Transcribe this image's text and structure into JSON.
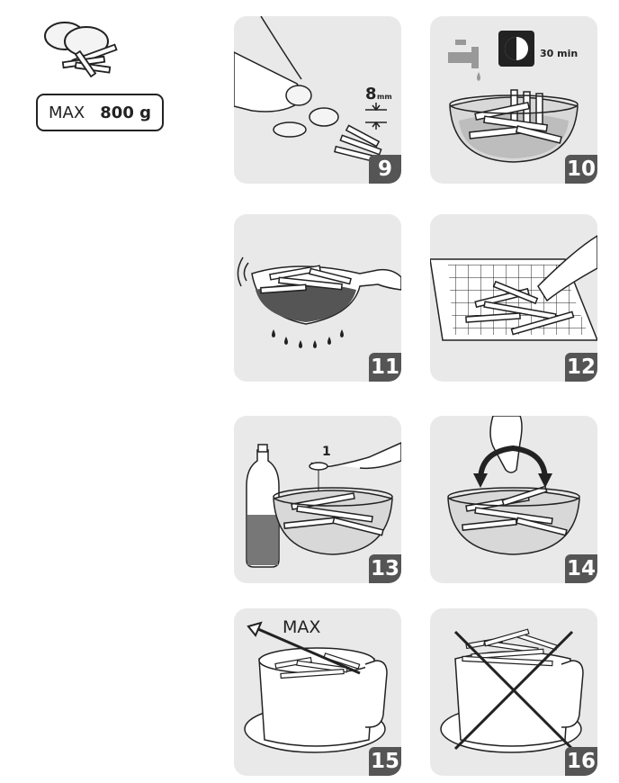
{
  "capacity": {
    "max_label": "MAX",
    "weight": "800 g"
  },
  "steps": [
    {
      "number": "9",
      "cut_size": "8",
      "cut_unit": "mm"
    },
    {
      "number": "10",
      "timer": "30 min"
    },
    {
      "number": "11"
    },
    {
      "number": "12"
    },
    {
      "number": "13",
      "quantity": "1"
    },
    {
      "number": "14"
    },
    {
      "number": "15",
      "fill_label": "MAX"
    },
    {
      "number": "16"
    }
  ]
}
